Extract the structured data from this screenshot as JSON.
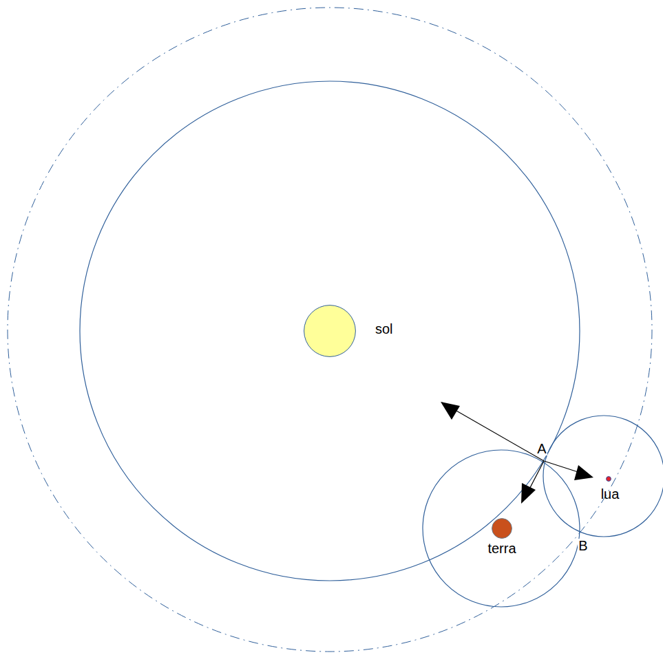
{
  "diagram": {
    "nodes": [
      {
        "text": [
          "sol"
        ]
      },
      {
        "text": [
          "terra"
        ]
      },
      {
        "text": [
          "lua"
        ]
      }
    ],
    "labels": [
      "A",
      "B"
    ]
  }
}
